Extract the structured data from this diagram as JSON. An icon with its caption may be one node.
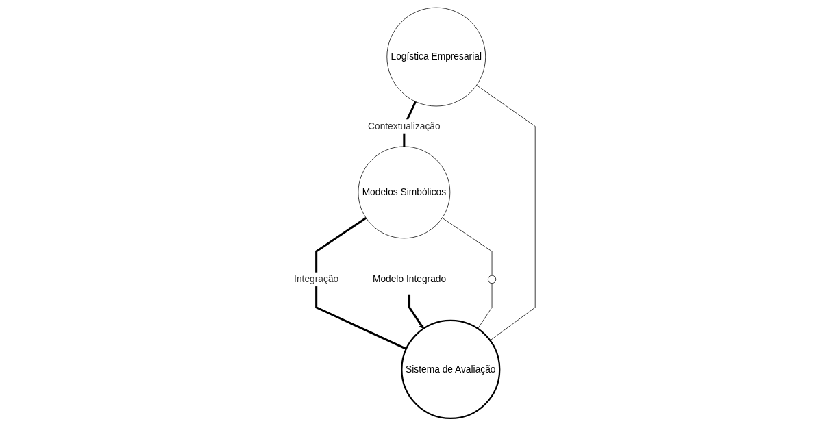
{
  "diagram": {
    "nodes": [
      {
        "text": [
          "Modelos Simbólicos"
        ]
      },
      {
        "text": [
          "Logística Empresarial"
        ]
      },
      {
        "text": [
          "Sistema de Avaliação"
        ]
      },
      {
        "text": [],
        "shape": "circle"
      },
      {
        "text": [
          "Modelo Integrado"
        ]
      }
    ],
    "edges": [
      {
        "from": 1,
        "to": 0,
        "arrow": "none",
        "label": "Contextualização",
        "style": "thick"
      },
      {
        "from": 0,
        "to": 2,
        "arrow": "none",
        "label": "Integração",
        "style": "thick"
      },
      {
        "from": 1,
        "to": 2,
        "arrow": "none"
      },
      {
        "from": 0,
        "to": 3,
        "arrow": "none"
      },
      {
        "from": 3,
        "to": 2,
        "arrow": "none"
      },
      {
        "from": 4,
        "to": 2,
        "arrow": "to",
        "style": "thick"
      }
    ]
  }
}
